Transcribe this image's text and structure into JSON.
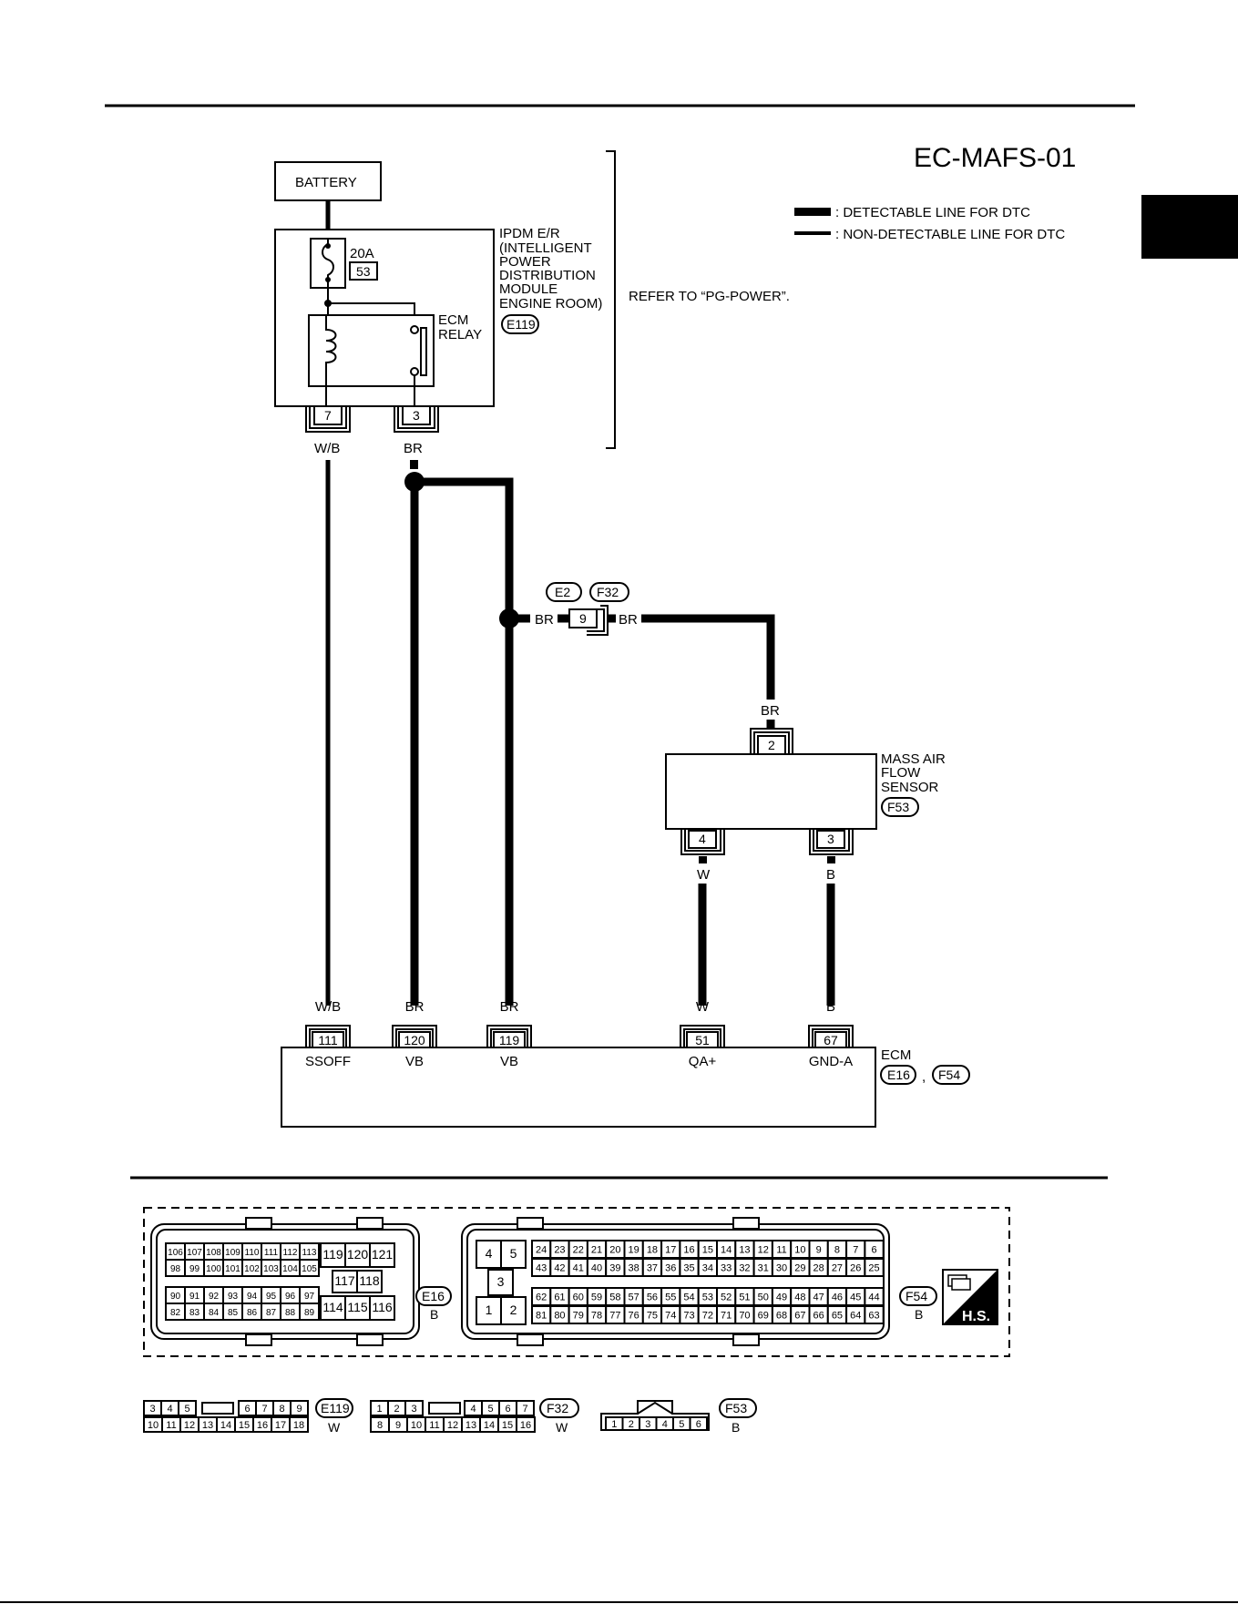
{
  "title": "EC-MAFS-01",
  "legend": {
    "detectable": ": DETECTABLE LINE FOR DTC",
    "non_detectable": ": NON-DETECTABLE LINE FOR DTC"
  },
  "battery": "BATTERY",
  "ipdm": {
    "lines": [
      "IPDM E/R",
      "(INTELLIGENT",
      "POWER",
      "DISTRIBUTION",
      "MODULE",
      "ENGINE ROOM)"
    ],
    "connector": "E119",
    "fuse_amp": "20A",
    "fuse_no": "53",
    "relay_lines": [
      "ECM",
      "RELAY"
    ],
    "pin_left": "7",
    "pin_right": "3",
    "color_left": "W/B",
    "color_right": "BR"
  },
  "refer": "REFER TO “PG-POWER”.",
  "junction": {
    "conn_left": "E2",
    "conn_right": "F32",
    "pin": "9",
    "color_left": "BR",
    "color_right": "BR"
  },
  "maf": {
    "lines": [
      "MASS AIR",
      "FLOW",
      "SENSOR"
    ],
    "connector": "F53",
    "pin_top": "2",
    "color_top": "BR",
    "pin_a": "4",
    "pin_b": "3",
    "color_a": "W",
    "color_b": "B"
  },
  "ecm": {
    "label": "ECM",
    "conn1": "E16",
    "sep": ",",
    "conn2": "F54",
    "terminals": [
      {
        "pin": "111",
        "name": "SSOFF",
        "color": "W/B"
      },
      {
        "pin": "120",
        "name": "VB",
        "color": "BR"
      },
      {
        "pin": "119",
        "name": "VB",
        "color": "BR"
      },
      {
        "pin": "51",
        "name": "QA+",
        "color": "W"
      },
      {
        "pin": "67",
        "name": "GND-A",
        "color": "B"
      }
    ]
  },
  "connectors": {
    "e16": {
      "rows": [
        [
          "106",
          "107",
          "108",
          "109",
          "110",
          "111",
          "112",
          "113"
        ],
        [
          "98",
          "99",
          "100",
          "101",
          "102",
          "103",
          "104",
          "105"
        ],
        [
          "90",
          "91",
          "92",
          "93",
          "94",
          "95",
          "96",
          "97"
        ],
        [
          "82",
          "83",
          "84",
          "85",
          "86",
          "87",
          "88",
          "89"
        ]
      ],
      "mid": [
        "119",
        "120",
        "121",
        "117",
        "118",
        "114",
        "115",
        "116"
      ],
      "name": "E16",
      "color": "B"
    },
    "f54": {
      "left": [
        "4",
        "5",
        "3",
        "1",
        "2"
      ],
      "rows": [
        [
          "24",
          "23",
          "22",
          "21",
          "20",
          "19",
          "18",
          "17",
          "16",
          "15",
          "14",
          "13",
          "12",
          "11",
          "10",
          "9",
          "8",
          "7",
          "6"
        ],
        [
          "43",
          "42",
          "41",
          "40",
          "39",
          "38",
          "37",
          "36",
          "35",
          "34",
          "33",
          "32",
          "31",
          "30",
          "29",
          "28",
          "27",
          "26",
          "25"
        ],
        [
          "62",
          "61",
          "60",
          "59",
          "58",
          "57",
          "56",
          "55",
          "54",
          "53",
          "52",
          "51",
          "50",
          "49",
          "48",
          "47",
          "46",
          "45",
          "44"
        ],
        [
          "81",
          "80",
          "79",
          "78",
          "77",
          "76",
          "75",
          "74",
          "73",
          "72",
          "71",
          "70",
          "69",
          "68",
          "67",
          "66",
          "65",
          "64",
          "63"
        ]
      ],
      "name": "F54",
      "color": "B"
    },
    "hs": "H.S.",
    "e119": {
      "top": [
        "3",
        "4",
        "5",
        "6",
        "7",
        "8",
        "9"
      ],
      "bottom": [
        "10",
        "11",
        "12",
        "13",
        "14",
        "15",
        "16",
        "17",
        "18"
      ],
      "name": "E119",
      "color": "W"
    },
    "f32": {
      "top": [
        "1",
        "2",
        "3",
        "4",
        "5",
        "6",
        "7"
      ],
      "bottom": [
        "8",
        "9",
        "10",
        "11",
        "12",
        "13",
        "14",
        "15",
        "16"
      ],
      "name": "F32",
      "color": "W"
    },
    "f53": {
      "pins": [
        "1",
        "2",
        "3",
        "4",
        "5",
        "6"
      ],
      "name": "F53",
      "color": "B"
    }
  }
}
